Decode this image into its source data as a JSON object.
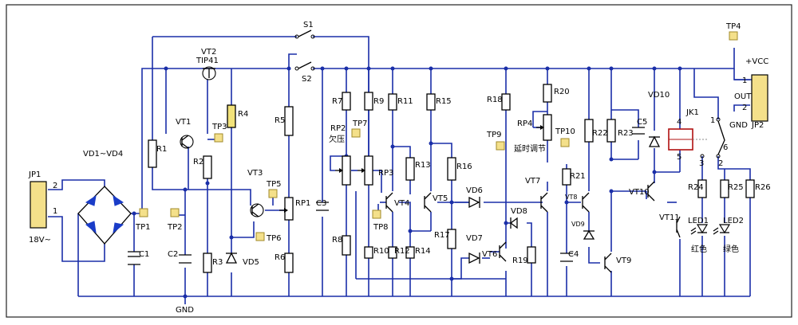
{
  "labels": {
    "JP1": "JP1",
    "JP2": "JP2",
    "VD1_VD4": "VD1~VD4",
    "V18": "18V~",
    "pin2a": "2",
    "pin1a": "1",
    "pin1b": "1",
    "pin2b": "2",
    "TP1": "TP1",
    "TP2": "TP2",
    "TP3": "TP3",
    "TP4": "TP4",
    "TP5": "TP5",
    "TP6": "TP6",
    "TP7": "TP7",
    "TP8": "TP8",
    "TP9": "TP9",
    "TP10": "TP10",
    "C1": "C1",
    "C2": "C2",
    "C3": "C3",
    "C4": "C4",
    "C5": "C5",
    "GND": "GND",
    "GND2": "GND",
    "VT1": "VT1",
    "VT2": "VT2",
    "TIP41": "TIP41",
    "VT3": "VT3",
    "VT4": "VT4",
    "VT5": "VT5",
    "VT6": "VT6",
    "VT7": "VT7",
    "VT8": "VT8",
    "VT9": "VT9",
    "VT10": "VT10",
    "VT11": "VT11",
    "R1": "R1",
    "R2": "R2",
    "R3": "R3",
    "R4": "R4",
    "R5": "R5",
    "R6": "R6",
    "R7": "R7",
    "R8": "R8",
    "R9": "R9",
    "R10": "R10",
    "R11": "R11",
    "R12": "R12",
    "R13": "R13",
    "R14": "R14",
    "R15": "R15",
    "R16": "R16",
    "R17": "R17",
    "R18": "R18",
    "R19": "R19",
    "R20": "R20",
    "R21": "R21",
    "R22": "R22",
    "R23": "R23",
    "R24": "R24",
    "R25": "R25",
    "R26": "R26",
    "RP1": "RP1",
    "RP2": "RP2",
    "RP3": "RP3",
    "RP4": "RP4",
    "VD5": "VD5",
    "VD6": "VD6",
    "VD7": "VD7",
    "VD8": "VD8",
    "VD9": "VD9",
    "VD10": "VD10",
    "S1": "S1",
    "S2": "S2",
    "JK1": "JK1",
    "undervoltage": "欠压",
    "delayadj": "延时调节",
    "VCC": "+VCC",
    "OUT": "OUT",
    "LED1": "LED1",
    "LED2": "LED2",
    "red": "红色",
    "green": "绿色",
    "jk4": "4",
    "jk5": "5",
    "jk1": "1",
    "jk2": "2",
    "jk3": "3",
    "jk6": "6"
  }
}
